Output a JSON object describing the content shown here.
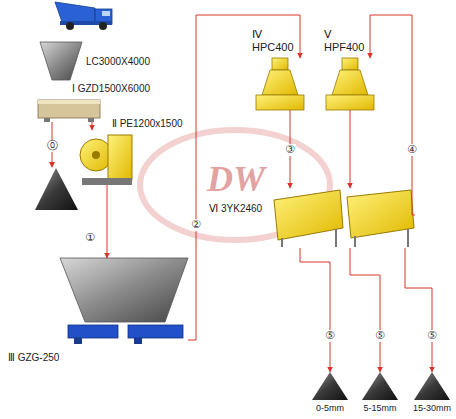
{
  "diagram": {
    "nodes": [
      {
        "text": [
          "LC3000X4000"
        ]
      },
      {
        "text": [
          "Ⅰ GZD1500X6000"
        ]
      },
      {
        "text": [
          "Ⅱ PE1200x1500"
        ]
      },
      {
        "text": [
          "Ⅲ GZG-250"
        ]
      },
      {
        "text": [
          "Ⅳ HPC400"
        ]
      },
      {
        "text": [
          "Ⅴ HPF400"
        ]
      },
      {
        "text": [
          "Ⅵ 3YK2460"
        ]
      },
      {
        "text": [
          "0-5mm"
        ]
      },
      {
        "text": [
          "5-15mm"
        ]
      },
      {
        "text": [
          "15-30mm"
        ]
      }
    ],
    "edges": [
      {
        "from": 1,
        "to": 2,
        "arrow": "to"
      },
      {
        "from": 2,
        "to": 3,
        "label": "①",
        "arrow": "to"
      },
      {
        "from": 3,
        "to": 4,
        "label": "②",
        "arrow": "to"
      },
      {
        "from": 4,
        "to": 6,
        "label": "③",
        "arrow": "to"
      },
      {
        "from": 5,
        "to": 6,
        "arrow": "to"
      },
      {
        "from": 6,
        "to": 5,
        "label": "④",
        "arrow": "to"
      },
      {
        "from": 6,
        "to": 7,
        "label": "⑤",
        "arrow": "to"
      },
      {
        "from": 6,
        "to": 8,
        "label": "⑤",
        "arrow": "to"
      },
      {
        "from": 6,
        "to": 9,
        "label": "⑤",
        "arrow": "to"
      }
    ],
    "labels": [
      "⓪",
      "DW"
    ]
  }
}
